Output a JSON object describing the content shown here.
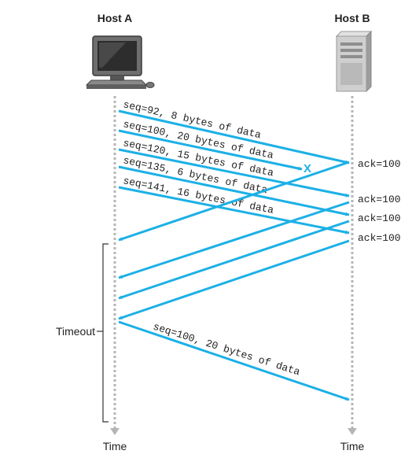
{
  "host_a": {
    "label": "Host A",
    "icon": "desktop-computer-icon"
  },
  "host_b": {
    "label": "Host B",
    "icon": "server-tower-icon"
  },
  "time_label_a": "Time",
  "time_label_b": "Time",
  "timeout_label": "Timeout",
  "segments": [
    {
      "label": "seq=92, 8 bytes of data"
    },
    {
      "label": "seq=100, 20 bytes of data"
    },
    {
      "label": "seq=120, 15 bytes of data"
    },
    {
      "label": "seq=135, 6 bytes of data"
    },
    {
      "label": "seq=141, 16 bytes of data"
    }
  ],
  "lost_marker": "X",
  "acks": [
    {
      "label": "ack=100"
    },
    {
      "label": "ack=100"
    },
    {
      "label": "ack=100"
    },
    {
      "label": "ack=100"
    }
  ],
  "retransmission": {
    "label": "seq=100, 20 bytes of data"
  },
  "colors": {
    "arrow": "#1cb0e6",
    "timeline": "#b5b5b5",
    "text": "#222222"
  }
}
